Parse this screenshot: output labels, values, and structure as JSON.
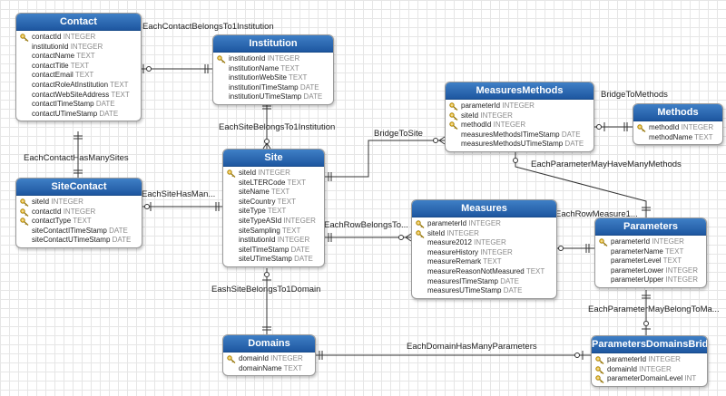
{
  "entities": {
    "contact": {
      "title": "Contact",
      "fields": [
        {
          "name": "contactId",
          "type": "INTEGER",
          "key": true
        },
        {
          "name": "institutionId",
          "type": "INTEGER",
          "key": false
        },
        {
          "name": "contactName",
          "type": "TEXT",
          "key": false
        },
        {
          "name": "contactTitle",
          "type": "TEXT",
          "key": false
        },
        {
          "name": "contactEmail",
          "type": "TEXT",
          "key": false
        },
        {
          "name": "contactRoleAtInstitution",
          "type": "TEXT",
          "key": false
        },
        {
          "name": "contactWebSiteAddress",
          "type": "TEXT",
          "key": false
        },
        {
          "name": "contactITimeStamp",
          "type": "DATE",
          "key": false
        },
        {
          "name": "contactUTimeStamp",
          "type": "DATE",
          "key": false
        }
      ]
    },
    "institution": {
      "title": "Institution",
      "fields": [
        {
          "name": "institutionId",
          "type": "INTEGER",
          "key": true
        },
        {
          "name": "institutionName",
          "type": "TEXT",
          "key": false
        },
        {
          "name": "institutionWebSite",
          "type": "TEXT",
          "key": false
        },
        {
          "name": "institutionITimeStamp",
          "type": "DATE",
          "key": false
        },
        {
          "name": "institutionUTimeStamp",
          "type": "DATE",
          "key": false
        }
      ]
    },
    "site": {
      "title": "Site",
      "fields": [
        {
          "name": "siteId",
          "type": "INTEGER",
          "key": true
        },
        {
          "name": "siteLTERCode",
          "type": "TEXT",
          "key": false
        },
        {
          "name": "siteName",
          "type": "TEXT",
          "key": false
        },
        {
          "name": "siteCountry",
          "type": "TEXT",
          "key": false
        },
        {
          "name": "siteType",
          "type": "TEXT",
          "key": false
        },
        {
          "name": "siteTypeASId",
          "type": "INTEGER",
          "key": false
        },
        {
          "name": "siteSampling",
          "type": "TEXT",
          "key": false
        },
        {
          "name": "institutionId",
          "type": "INTEGER",
          "key": false
        },
        {
          "name": "siteITimeStamp",
          "type": "DATE",
          "key": false
        },
        {
          "name": "siteUTimeStamp",
          "type": "DATE",
          "key": false
        }
      ]
    },
    "sitecontact": {
      "title": "SiteContact",
      "fields": [
        {
          "name": "siteId",
          "type": "INTEGER",
          "key": true
        },
        {
          "name": "contactId",
          "type": "INTEGER",
          "key": true
        },
        {
          "name": "contactType",
          "type": "TEXT",
          "key": true
        },
        {
          "name": "siteContactITimeStamp",
          "type": "DATE",
          "key": false
        },
        {
          "name": "siteContactUTimeStamp",
          "type": "DATE",
          "key": false
        }
      ]
    },
    "measuresmethods": {
      "title": "MeasuresMethods",
      "fields": [
        {
          "name": "parameterId",
          "type": "INTEGER",
          "key": true
        },
        {
          "name": "siteId",
          "type": "INTEGER",
          "key": true
        },
        {
          "name": "methodId",
          "type": "INTEGER",
          "key": true
        },
        {
          "name": "measuresMethodsITimeStamp",
          "type": "DATE",
          "key": false
        },
        {
          "name": "measuresMethodsUTimeStamp",
          "type": "DATE",
          "key": false
        }
      ]
    },
    "methods": {
      "title": "Methods",
      "fields": [
        {
          "name": "methodId",
          "type": "INTEGER",
          "key": true
        },
        {
          "name": "methodName",
          "type": "TEXT",
          "key": false
        }
      ]
    },
    "measures": {
      "title": "Measures",
      "fields": [
        {
          "name": "parameterId",
          "type": "INTEGER",
          "key": true
        },
        {
          "name": "siteId",
          "type": "INTEGER",
          "key": true
        },
        {
          "name": "measure2012",
          "type": "INTEGER",
          "key": false
        },
        {
          "name": "measureHistory",
          "type": "INTEGER",
          "key": false
        },
        {
          "name": "measureRemark",
          "type": "TEXT",
          "key": false
        },
        {
          "name": "measureReasonNotMeasured",
          "type": "TEXT",
          "key": false
        },
        {
          "name": "measuresITimeStamp",
          "type": "DATE",
          "key": false
        },
        {
          "name": "measuresUTimeStamp",
          "type": "DATE",
          "key": false
        }
      ]
    },
    "parameters": {
      "title": "Parameters",
      "fields": [
        {
          "name": "parameterId",
          "type": "INTEGER",
          "key": true
        },
        {
          "name": "parameterName",
          "type": "TEXT",
          "key": false
        },
        {
          "name": "parameterLevel",
          "type": "TEXT",
          "key": false
        },
        {
          "name": "parameterLower",
          "type": "INTEGER",
          "key": false
        },
        {
          "name": "parameterUpper",
          "type": "INTEGER",
          "key": false
        }
      ]
    },
    "domains": {
      "title": "Domains",
      "fields": [
        {
          "name": "domainId",
          "type": "INTEGER",
          "key": true
        },
        {
          "name": "domainName",
          "type": "TEXT",
          "key": false
        }
      ]
    },
    "parametersdomainsbridge": {
      "title": "ParametersDomainsBridge",
      "fields": [
        {
          "name": "parameterId",
          "type": "INTEGER",
          "key": true
        },
        {
          "name": "domainId",
          "type": "INTEGER",
          "key": true
        },
        {
          "name": "parameterDomainLevel",
          "type": "INT",
          "key": true
        }
      ]
    }
  },
  "relationships": {
    "contact_institution": "EachContactBelongsTo1Institution",
    "site_institution": "EachSiteBelongsTo1Institution",
    "contact_sites": "EachContactHasManySites",
    "site_contacts": "EachSiteHasMan...",
    "bridge_to_site": "BridgeToSite",
    "bridge_to_methods": "BridgeToMethods",
    "parameter_methods": "EachParameterMayHaveManyMethods",
    "row_belongs_to": "EachRowBelongsTo...",
    "row_measure": "EachRowMeasure1...",
    "site_domain": "EashSiteBelongsTo1Domain",
    "param_domain": "EachParameterMayBelongToMa...",
    "domain_params": "EachDomainHasManyParameters"
  },
  "colors": {
    "header": "#2a64ad",
    "line": "#333333",
    "key": "#e0b430"
  }
}
